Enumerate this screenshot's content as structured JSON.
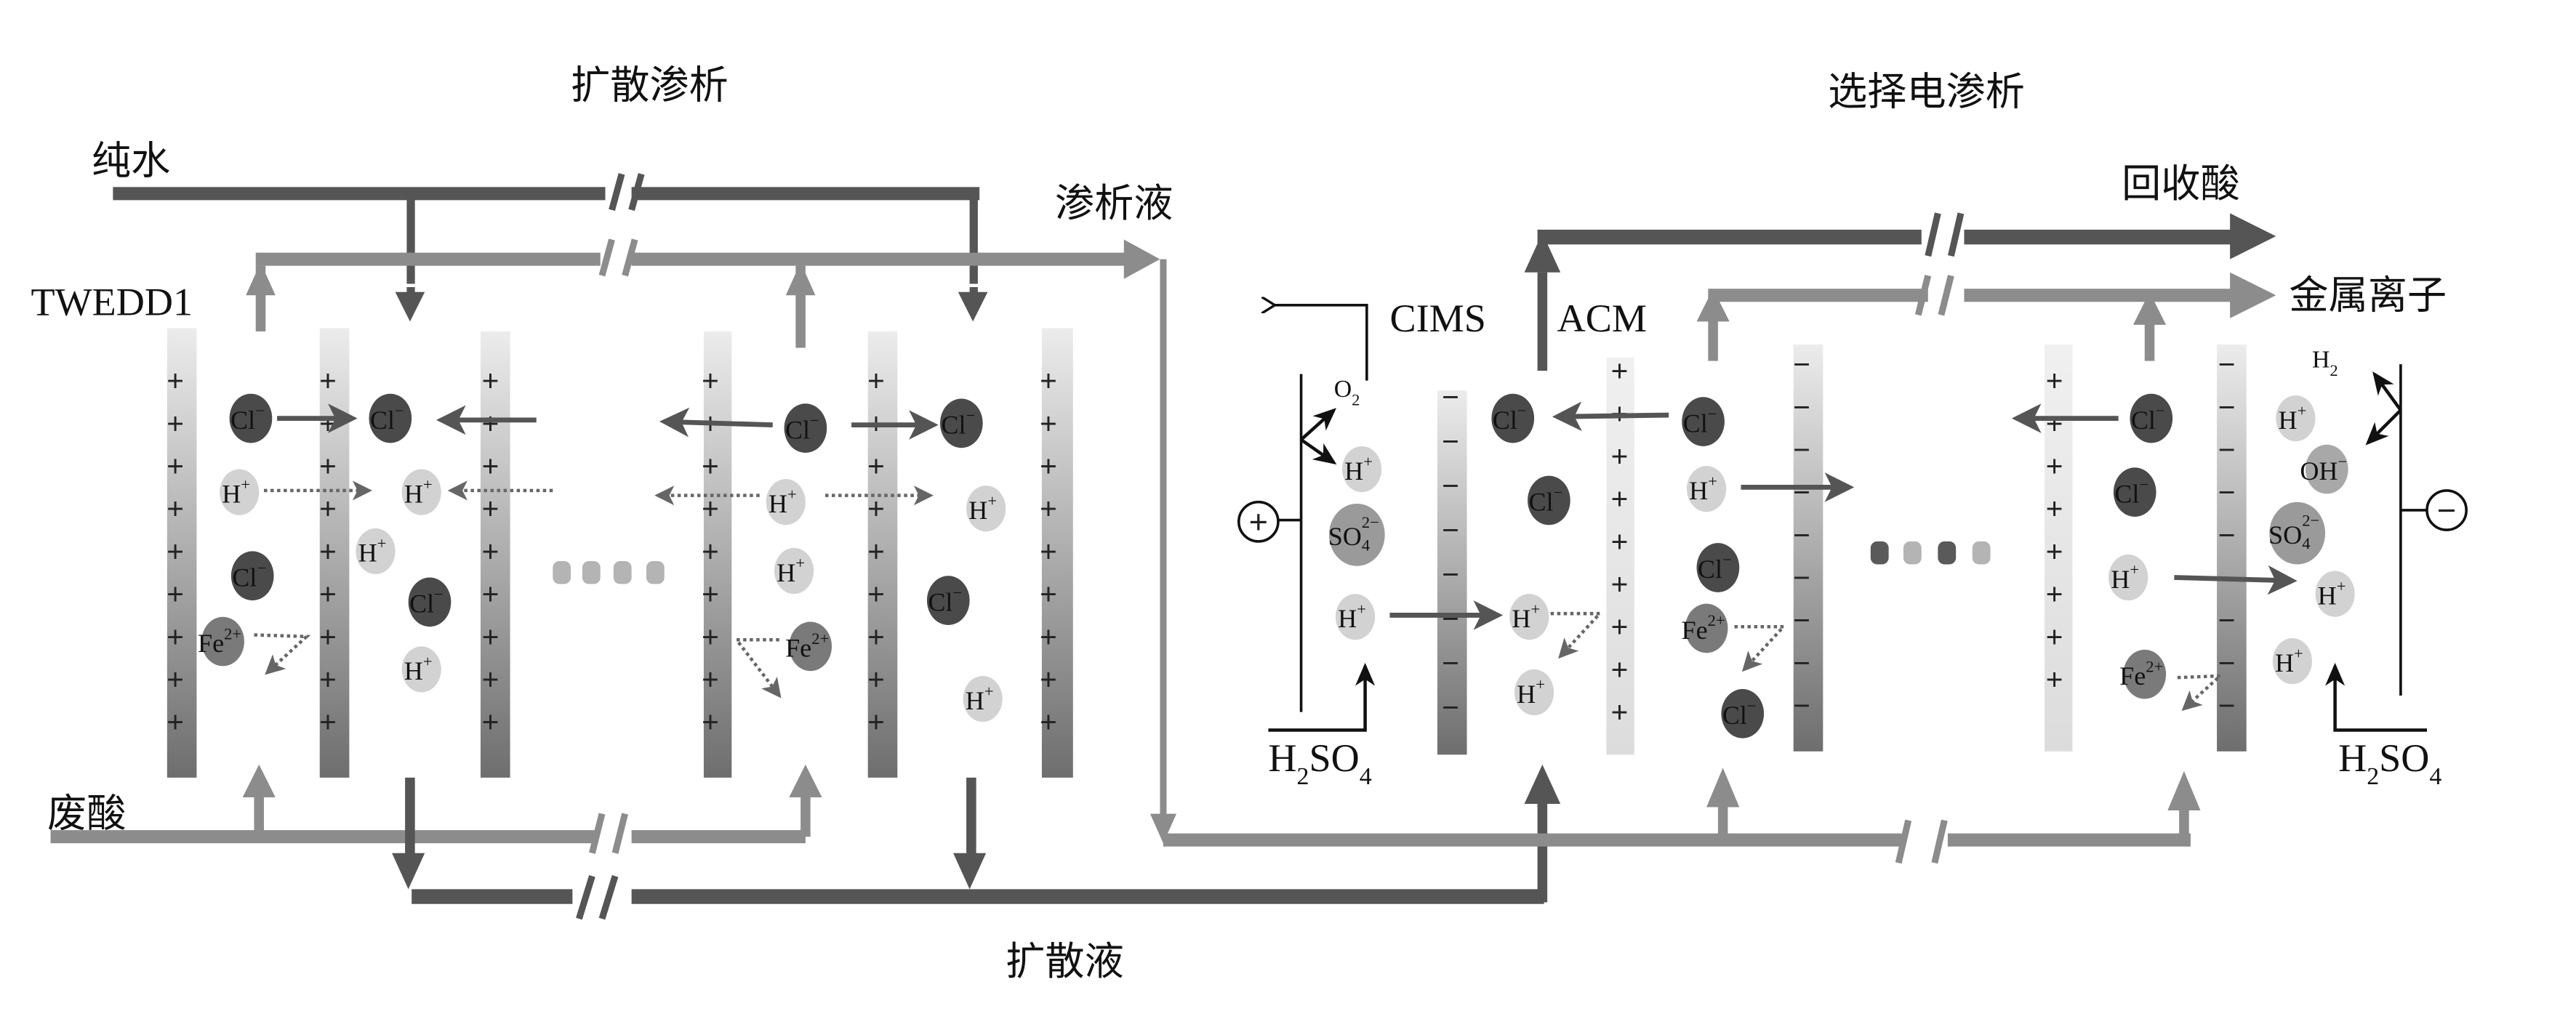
{
  "titles": {
    "diffusion_dialysis": "扩散渗析",
    "selective_electrodialysis": "选择电渗析"
  },
  "streams": {
    "pure_water": "纯水",
    "dialysate": "渗析液",
    "waste_acid": "废酸",
    "diffusate": "扩散液",
    "recovered_acid": "回收酸",
    "metal_ions": "金属离子"
  },
  "membranes": {
    "dd_membrane": "TWEDD1",
    "cims": "CIMS",
    "acm": "ACM"
  },
  "electrodes": {
    "anode_symbol": "+",
    "cathode_symbol": "−",
    "anode_gas": "O",
    "anode_gas_sub": "2",
    "cathode_gas": "H",
    "cathode_gas_sub": "2",
    "feed_left": {
      "a": "H",
      "s1": "2",
      "b": "SO",
      "s2": "4"
    },
    "feed_right": {
      "a": "H",
      "s1": "2",
      "b": "SO",
      "s2": "4"
    }
  },
  "ions": {
    "chloride": {
      "base": "Cl",
      "charge": "−"
    },
    "proton": {
      "base": "H",
      "charge": "+"
    },
    "iron": {
      "base": "Fe",
      "charge": "2+"
    },
    "sulfate": {
      "base": "SO",
      "sub": "4",
      "charge": "2−"
    },
    "hydroxide": {
      "base": "OH",
      "charge": "−"
    }
  },
  "membrane_charges": {
    "anion_exchange": "+",
    "cation_exchange": "−"
  },
  "colors": {
    "dark_pipe": "#555555",
    "light_pipe": "#8c8c8c",
    "chloride": "#4a4a4a",
    "proton": "#d2d2d2",
    "iron": "#7a7a7a",
    "sulfate": "#9a9a9a",
    "hydroxide": "#a8a8a8"
  }
}
